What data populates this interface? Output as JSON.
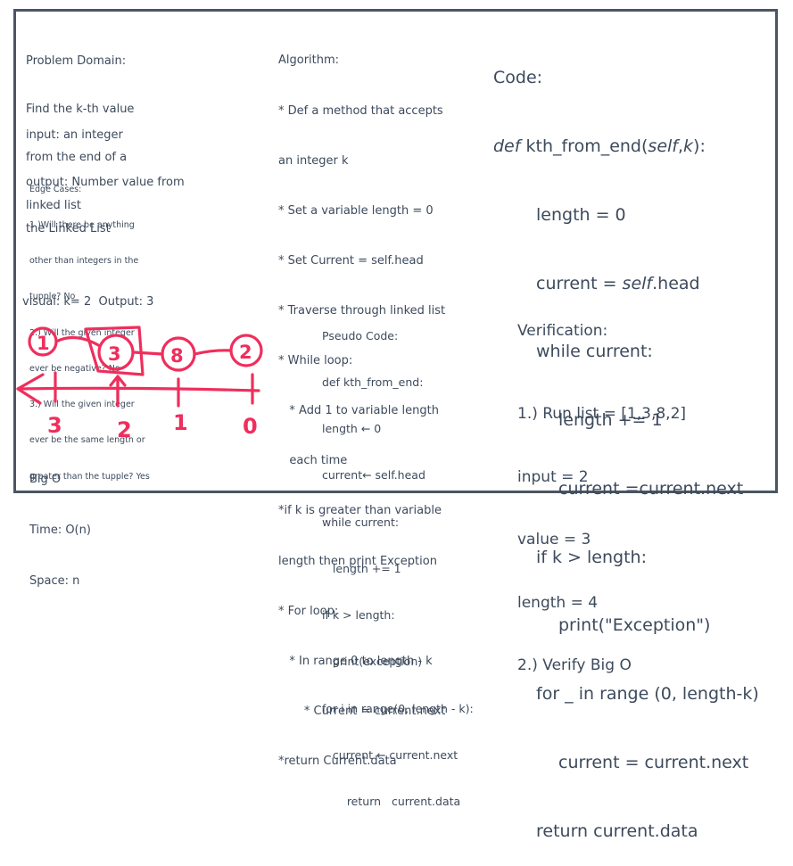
{
  "problem": {
    "lines": [
      "Problem Domain:",
      "Find the k-th value",
      "from the end of a",
      "linked list"
    ]
  },
  "io": {
    "lines": [
      "input: an integer",
      "output: Number value from",
      "the Linked List"
    ]
  },
  "edge_cases": {
    "lines": [
      "Edge Cases:",
      "1.)Will there be anything",
      "other than integers in the",
      "tupple? No",
      "2.) Will the given integer",
      "ever be negative? No",
      "3.) Will the given integer",
      "ever be the same length or",
      "greater than the tupple? Yes"
    ]
  },
  "algorithm": {
    "lines": [
      "Algorithm:",
      "* Def a method that accepts",
      "an integer k",
      "* Set a variable length = 0",
      "* Set Current = self.head",
      "* Traverse through linked list",
      "* While loop:",
      "   * Add 1 to variable length",
      "   each time",
      "*if k is greater than variable",
      "length then print Exception",
      "* For loop:",
      "   * In range 0 to length - k",
      "       * Current = current.next",
      "*return Current.data"
    ]
  },
  "code": {
    "title": "Code:",
    "def_kw": "def",
    "def_name": " kth_from_end(",
    "def_self": "self",
    "def_comma": ",",
    "def_k": "k",
    "def_end": "):",
    "l1": "length = 0",
    "l2a": "current = ",
    "l2b": "self",
    "l2c": ".head",
    "l3": "while current:",
    "l4": "length += 1",
    "l5": "current =current.next",
    "l6": "if k > length:",
    "l7": "print(\"Exception\")",
    "l8": "for _ in range (0, length-k)",
    "l9": "current = current.next",
    "l10": "return current.data"
  },
  "visual": {
    "label": "visual: k= 2  Output: 3",
    "nodes": [
      "1",
      "3",
      "8",
      "2"
    ],
    "indices": [
      "3",
      "2",
      "1",
      "0"
    ],
    "highlight_node": "3"
  },
  "pseudo": {
    "lines": [
      "Pseudo Code:",
      "def kth_from_end:",
      "length ← 0",
      "current← self.head",
      "while current:",
      "   length += 1",
      "if k > length:",
      "   print(exception)",
      "for i in range(0, length - k):",
      "   current ← current.next",
      "       return   current.data"
    ]
  },
  "verification": {
    "title": "Verification:",
    "lines": [
      "1.) Run list = [1,3,8,2]",
      "input = 2",
      "value = 3",
      "length = 4",
      "2.) Verify Big O"
    ]
  },
  "bigo": {
    "lines": [
      "Big O",
      "Time: O(n)",
      "Space: n"
    ]
  },
  "colors": {
    "text": "#3d4a5c",
    "border": "#4b5563",
    "sketch": "#ef2e5c"
  }
}
